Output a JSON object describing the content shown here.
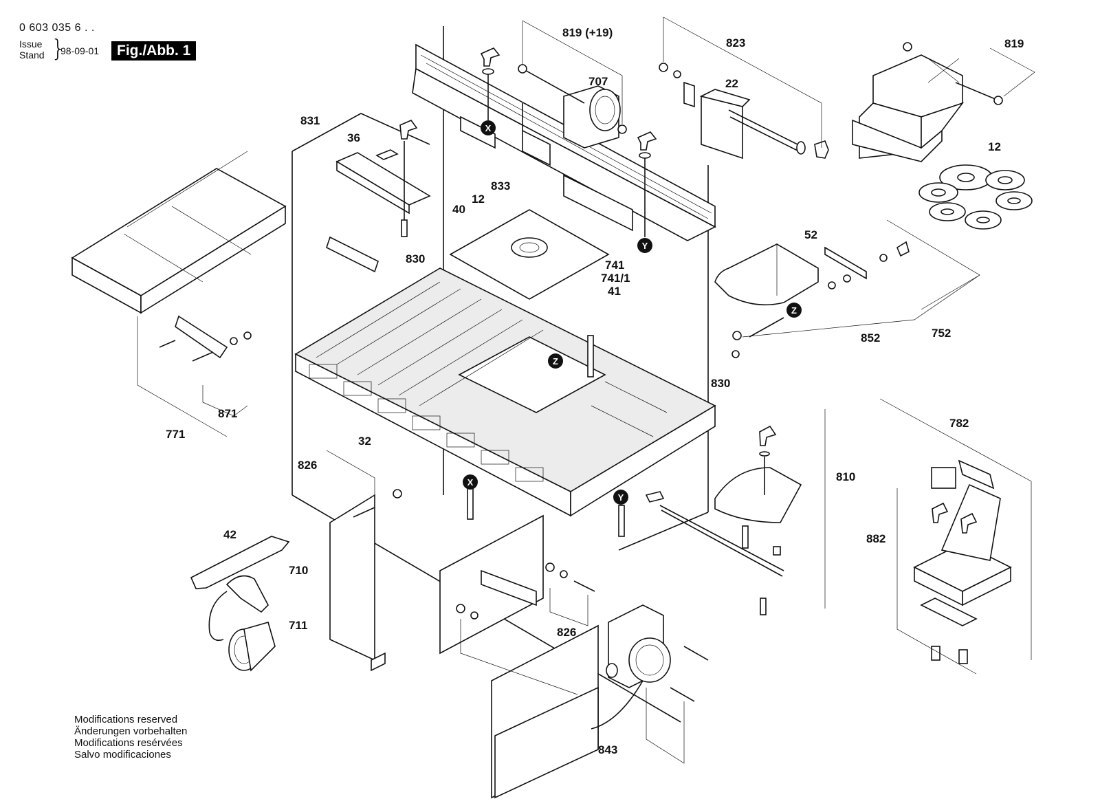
{
  "header": {
    "catalog_number": "0 603 035 6 . .",
    "issue_label_en": "Issue",
    "issue_label_de": "Stand",
    "issue_date": "98-09-01",
    "figure_label": "Fig./Abb. 1"
  },
  "footer": {
    "notes": [
      "Modifications reserved",
      "Änderungen vorbehalten",
      "Modifications resérvées",
      "Salvo modificaciones"
    ]
  },
  "part_labels": [
    "819 (+19)",
    "707",
    "823",
    "22",
    "819",
    "12",
    "831",
    "36",
    "833",
    "40",
    "12",
    "830",
    "741",
    "741/1",
    "41",
    "52",
    "752",
    "852",
    "830",
    "771",
    "871",
    "32",
    "826",
    "810",
    "782",
    "882",
    "42",
    "710",
    "711",
    "826",
    "843"
  ],
  "reference_markers": [
    "X",
    "Y",
    "Z",
    "Z",
    "X",
    "Y"
  ]
}
